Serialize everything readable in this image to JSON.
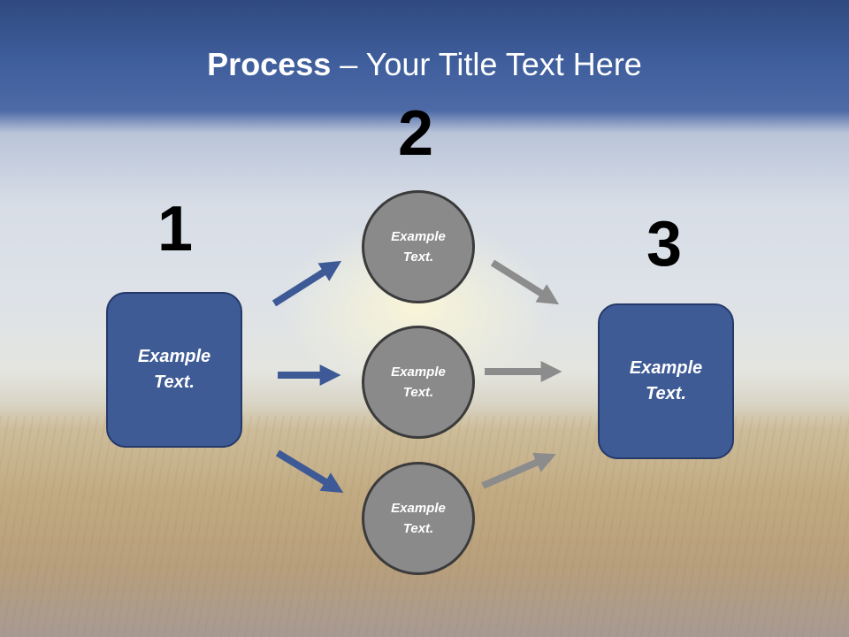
{
  "title": {
    "bold": "Process",
    "rest": " – Your Title Text Here"
  },
  "steps": {
    "one": {
      "number": "1",
      "text": "Example Text."
    },
    "two": {
      "number": "2",
      "items": [
        "Example Text.",
        "Example Text.",
        "Example Text."
      ]
    },
    "three": {
      "number": "3",
      "text": "Example Text."
    }
  },
  "colors": {
    "box_fill": "#3f5b96",
    "circle_fill": "#8a8a8a",
    "blue_arrow": "#3e5a96",
    "gray_arrow": "#8c8c8c"
  }
}
